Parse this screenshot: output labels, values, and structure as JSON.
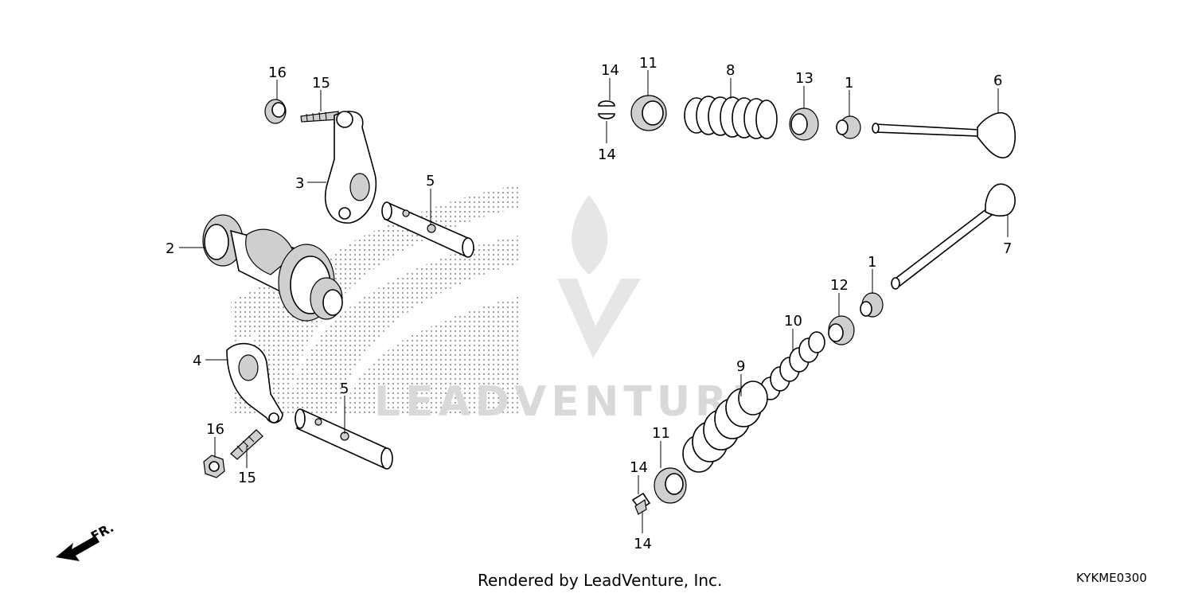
{
  "diagram": {
    "callouts": {
      "c1a": "1",
      "c1b": "1",
      "c2": "2",
      "c3": "3",
      "c4": "4",
      "c5a": "5",
      "c5b": "5",
      "c6": "6",
      "c7": "7",
      "c8": "8",
      "c9": "9",
      "c10": "10",
      "c11a": "11",
      "c11b": "11",
      "c12": "12",
      "c13": "13",
      "c14a": "14",
      "c14b": "14",
      "c14c": "14",
      "c14d": "14",
      "c15a": "15",
      "c15b": "15",
      "c16a": "16",
      "c16b": "16"
    },
    "direction_label": "FR.",
    "watermark_text": "LEADVENTURE",
    "footer_text": "Rendered by LeadVenture, Inc.",
    "diagram_code": "KYKME0300"
  }
}
